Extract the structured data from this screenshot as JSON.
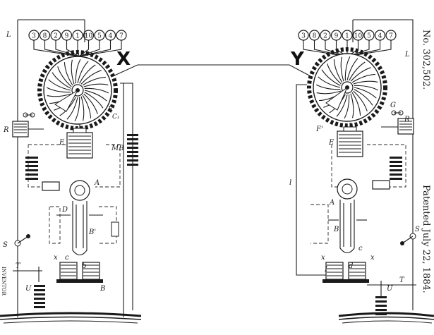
{
  "document": {
    "patent_number": "No. 302,502.",
    "patent_date": "Patented July 22, 1884.",
    "margin_left_fragment": "INVENTOR"
  },
  "stations": {
    "x": {
      "title": "X",
      "numbers": [
        "3",
        "8",
        "2",
        "9",
        "1",
        "10",
        "5",
        "4",
        "7"
      ]
    },
    "y": {
      "title": "Y",
      "numbers": [
        "3",
        "8",
        "2",
        "9",
        "1",
        "10",
        "5",
        "4",
        "7"
      ]
    }
  },
  "labels": {
    "L": "L",
    "R": "R",
    "E": "E",
    "MB": "MB",
    "S": "S",
    "T": "T",
    "U": "U",
    "D": "D",
    "B": "B",
    "B2": "B'",
    "A": "A",
    "c": "c",
    "b": "b",
    "x": "x",
    "d": "d",
    "I": "I",
    "G": "G",
    "F": "F'",
    "l": "l",
    "ctr": "C₁"
  },
  "colors": {
    "ink": "#1a1a1a",
    "paper": "#ffffff"
  }
}
